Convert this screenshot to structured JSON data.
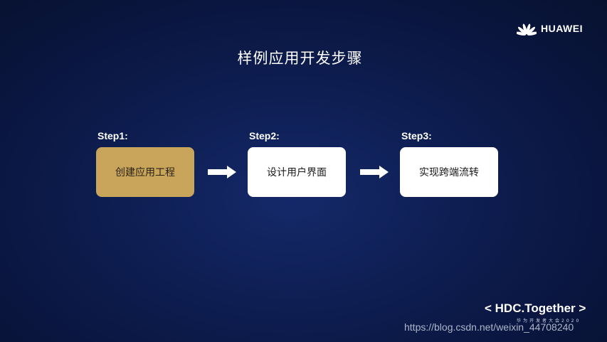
{
  "brand": {
    "logo_icon": "huawei-petal-logo",
    "name": "HUAWEI"
  },
  "title": "样例应用开发步骤",
  "steps": [
    {
      "label": "Step1:",
      "text": "创建应用工程",
      "highlighted": true
    },
    {
      "label": "Step2:",
      "text": "设计用户界面",
      "highlighted": false
    },
    {
      "label": "Step3:",
      "text": "实现跨端流转",
      "highlighted": false
    }
  ],
  "footer": {
    "tagline": "< HDC.Together >",
    "subline": "华为开发者大会2020"
  },
  "watermark": "https://blog.csdn.net/weixin_44708240",
  "colors": {
    "background": "#0e1e52",
    "highlight_box": "#c9a55b",
    "box": "#ffffff",
    "text": "#ffffff"
  }
}
